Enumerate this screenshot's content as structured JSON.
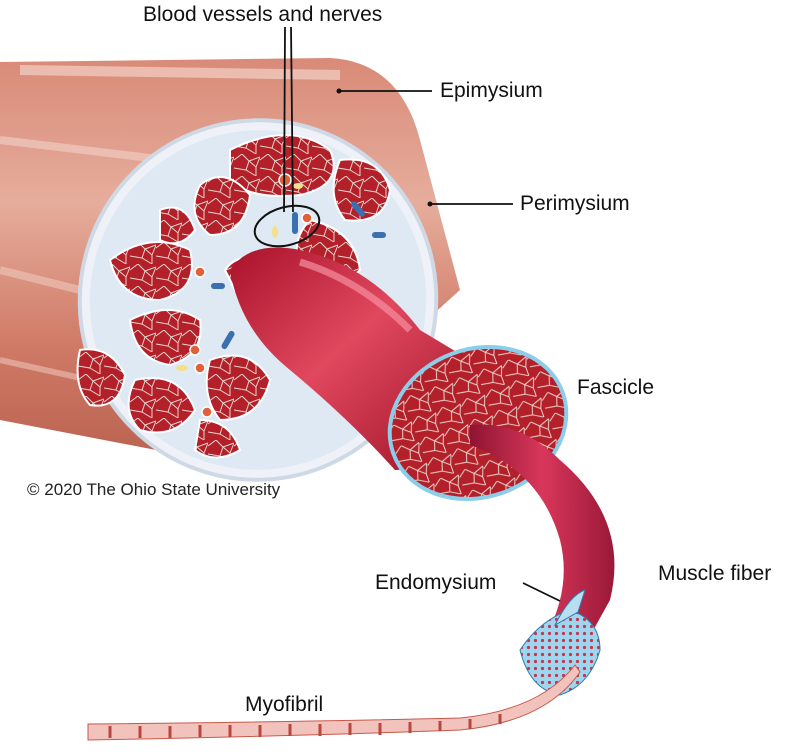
{
  "labels": {
    "blood_vessels": "Blood vessels and nerves",
    "epimysium": "Epimysium",
    "perimysium": "Perimysium",
    "fascicle": "Fascicle",
    "endomysium": "Endomysium",
    "muscle_fiber": "Muscle fiber",
    "myofibril": "Myofibril"
  },
  "copyright": "© 2020 The Ohio State University",
  "colors": {
    "muscle_light": "#e8b0a0",
    "muscle_mid": "#c9705c",
    "fascicle_red": "#b3192a",
    "fiber_red": "#c21e3a",
    "connective_tissue": "#dfe9f3",
    "endomysium_blue": "#8ccdea",
    "vein_blue": "#3a6fb0",
    "artery_orange": "#e0603a",
    "nerve_yellow": "#f3e08a"
  }
}
